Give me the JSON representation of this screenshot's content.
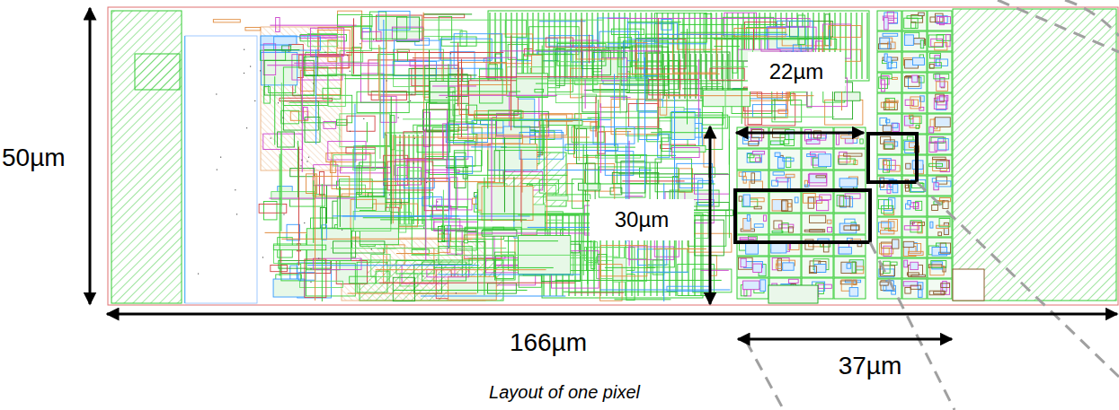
{
  "diagram": {
    "caption": "Layout of one pixel",
    "labels": [
      "50µm",
      "22µm",
      "30µm",
      "166µm",
      "37µm"
    ]
  }
}
